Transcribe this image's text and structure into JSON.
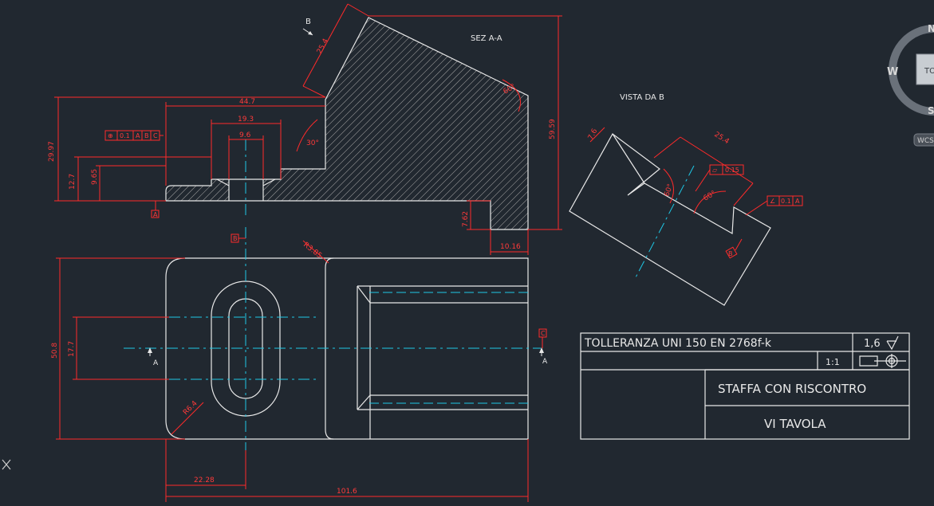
{
  "labels": {
    "section_title": "SEZ A-A",
    "view_title": "VISTA DA B",
    "view_arrow_letter": "B",
    "section_letter_left": "A",
    "section_letter_right": "A"
  },
  "dimensions": {
    "overall_width_top": "44.7",
    "slot_outer_width": "19.3",
    "slot_inner_width": "9.6",
    "overall_height": "29.97",
    "height_step": "12.7",
    "height_small": "9.65",
    "incline_length": "25.4",
    "angle_top": "60°",
    "angle_lower": "30°",
    "right_height": "59.59",
    "foot_height": "7.62",
    "foot_width": "10.16",
    "fillet_top": "R3.85",
    "fillet_bottom": "R6.4",
    "plan_height": "50.8",
    "slot_height": "17.7",
    "slot_offset": "22.28",
    "plan_width": "101.6",
    "view_dim_small": "7.6",
    "view_dim_long": "25.4",
    "view_angle_1": "60°",
    "view_angle_2": "60°"
  },
  "tolerances": {
    "position_frame": [
      "⊕",
      "0.1",
      "A",
      "B",
      "C"
    ],
    "flatness_frame": [
      "⏥",
      "0.15"
    ],
    "angularity_frame": [
      "∠",
      "0.1",
      "A"
    ],
    "datum_a": "A",
    "datum_b": "B",
    "datum_c": "C"
  },
  "title_block": {
    "tolerance_note": "TOLLERANZA UNI 150 EN 2768f-k",
    "roughness": "1,6",
    "scale": "1:1",
    "part_name": "STAFFA CON RISCONTRO",
    "sheet": "VI TAVOLA"
  },
  "viewcube": {
    "north": "N",
    "west": "W",
    "south": "S",
    "face": "TO",
    "wcs": "WCS"
  }
}
